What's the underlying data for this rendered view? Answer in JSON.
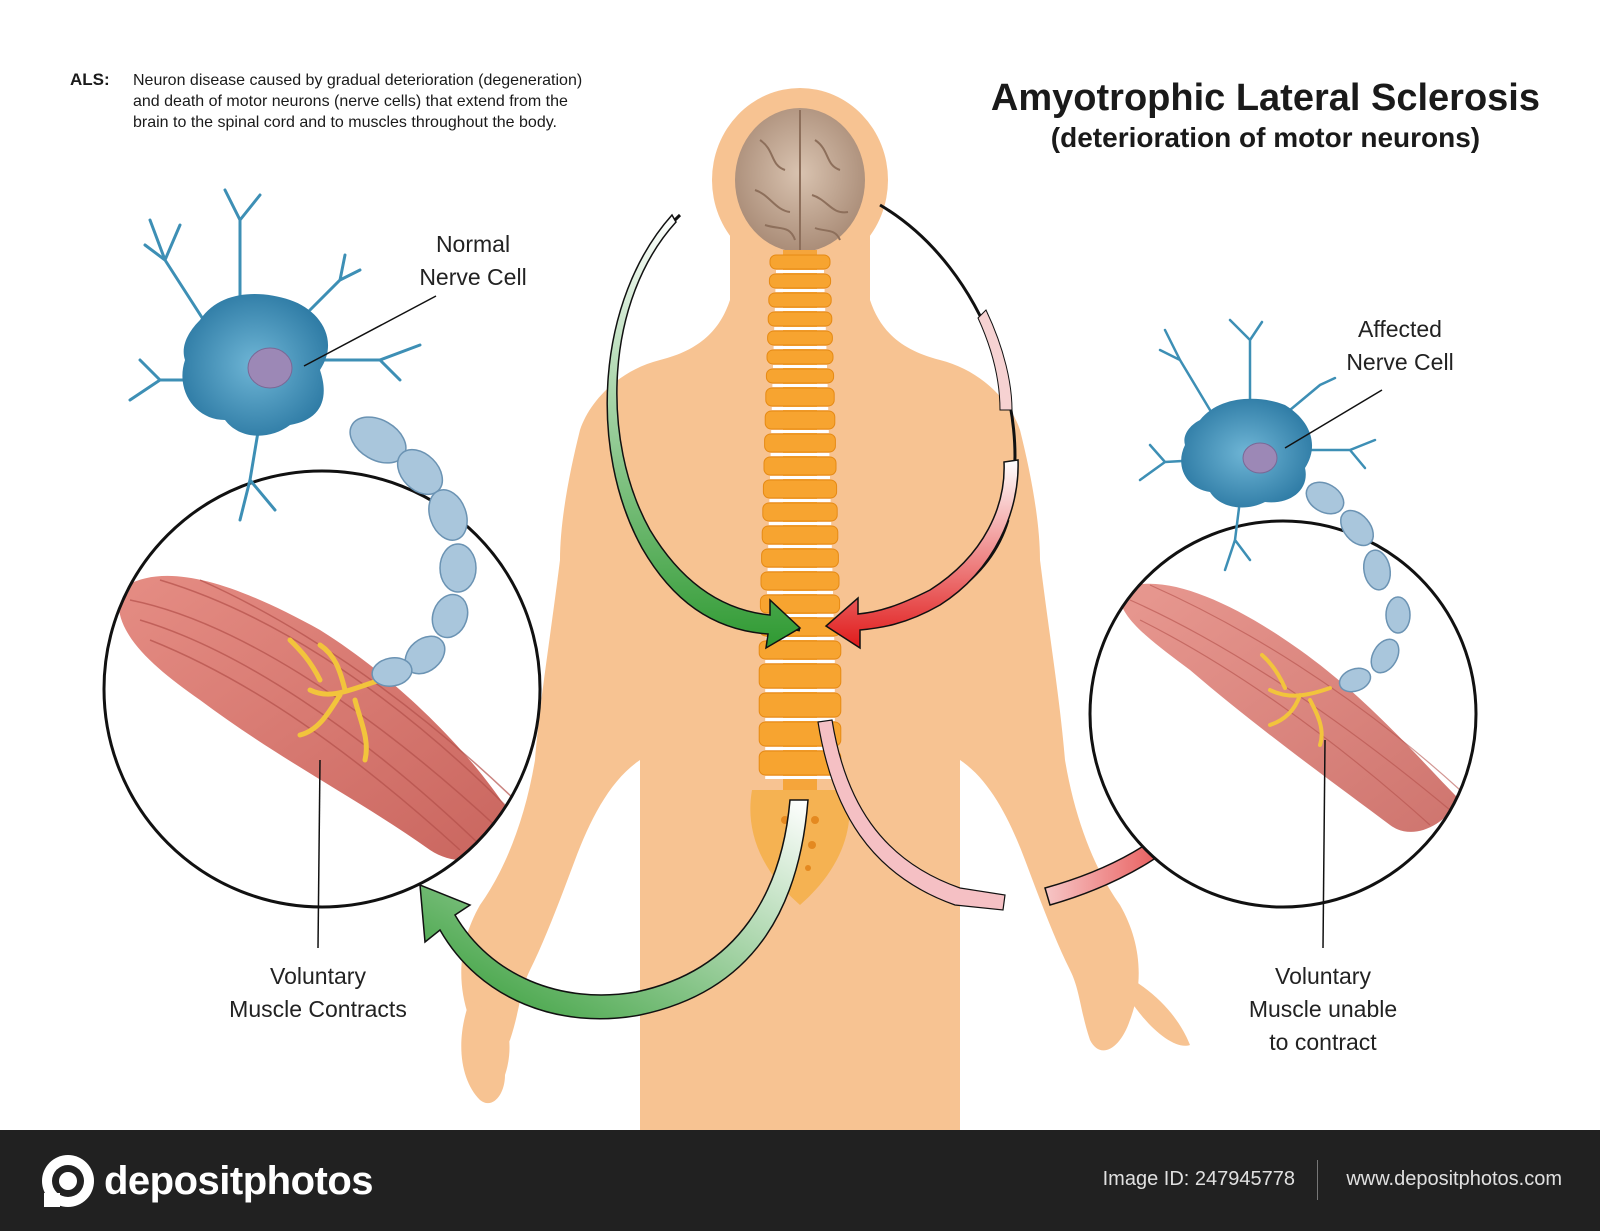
{
  "definition": {
    "label": "ALS:",
    "lines": [
      "Neuron disease caused by gradual deterioration (degeneration)",
      "and death of motor neurons (nerve cells) that extend from the",
      "brain to the spinal cord and to muscles throughout the body."
    ]
  },
  "title": {
    "main": "Amyotrophic Lateral Sclerosis",
    "sub": "(deterioration of motor neurons)"
  },
  "labels": {
    "normal_cell": [
      "Normal",
      "Nerve Cell"
    ],
    "affected_cell": [
      "Affected",
      "Nerve Cell"
    ],
    "left_muscle": [
      "Voluntary",
      "Muscle Contracts"
    ],
    "right_muscle": [
      "Voluntary",
      "Muscle unable",
      "to contract"
    ]
  },
  "colors": {
    "skin": "#f7c392",
    "spine": "#f5a53b",
    "neuron": "#3d8fb5",
    "muscle": "#e07f78",
    "normal_arrow": "#3aa13a",
    "affected_arrow": "#e0201e",
    "footer": "#212121"
  },
  "footer": {
    "brand": "depositphotos",
    "image_id": "Image ID: 247945778",
    "site": "www.depositphotos.com"
  }
}
